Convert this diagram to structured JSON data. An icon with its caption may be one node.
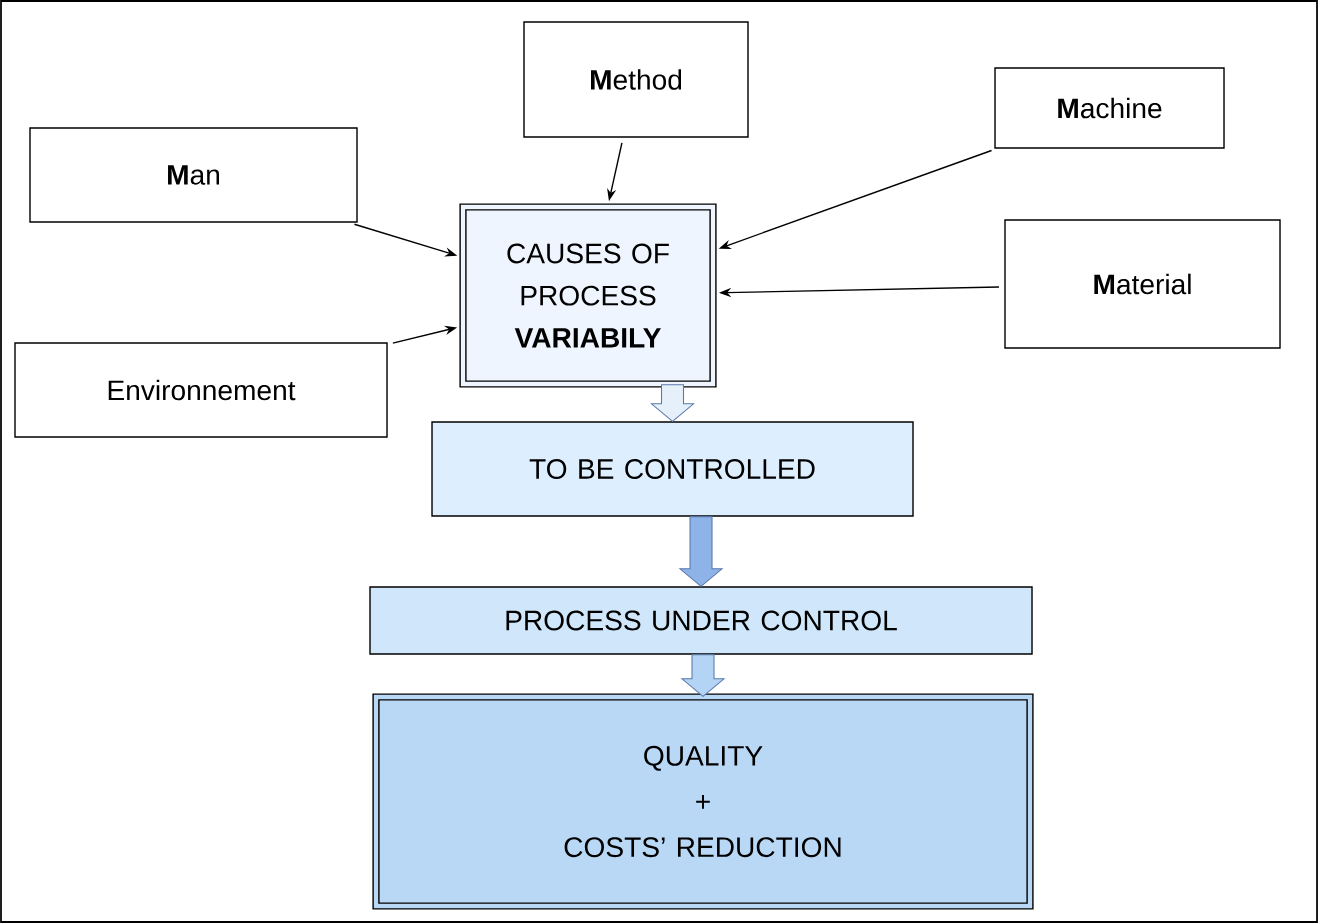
{
  "diagram": {
    "nodes": [
      {
        "text": [
          "**M**ethod"
        ]
      },
      {
        "text": [
          "**M**achine"
        ]
      },
      {
        "text": [
          "**M**an"
        ]
      },
      {
        "text": [
          "CAUSES OF PROCESS **VARIABILY**"
        ]
      },
      {
        "text": [
          "**M**aterial"
        ]
      },
      {
        "text": [
          "Environnement"
        ]
      },
      {
        "text": [
          "TO BE CONTROLLED"
        ]
      },
      {
        "text": [
          "PROCESS UNDER CONTROL"
        ]
      },
      {
        "text": [
          "QUALITY",
          "+",
          "COSTS’ REDUCTION"
        ]
      }
    ],
    "edges": [
      {
        "from": 0,
        "to": 3,
        "arrow": "to"
      },
      {
        "from": 1,
        "to": 3,
        "arrow": "to"
      },
      {
        "from": 2,
        "to": 3,
        "arrow": "to"
      },
      {
        "from": 4,
        "to": 3,
        "arrow": "to"
      },
      {
        "from": 5,
        "to": 3,
        "arrow": "to"
      },
      {
        "from": 3,
        "to": 6,
        "arrow": "to",
        "style": "thick",
        "color": "#e6f0fb"
      },
      {
        "from": 6,
        "to": 7,
        "arrow": "to",
        "style": "thick",
        "color": "#8db3e8"
      },
      {
        "from": 7,
        "to": 8,
        "arrow": "to",
        "style": "thick",
        "color": "#b3d4f5"
      }
    ]
  }
}
